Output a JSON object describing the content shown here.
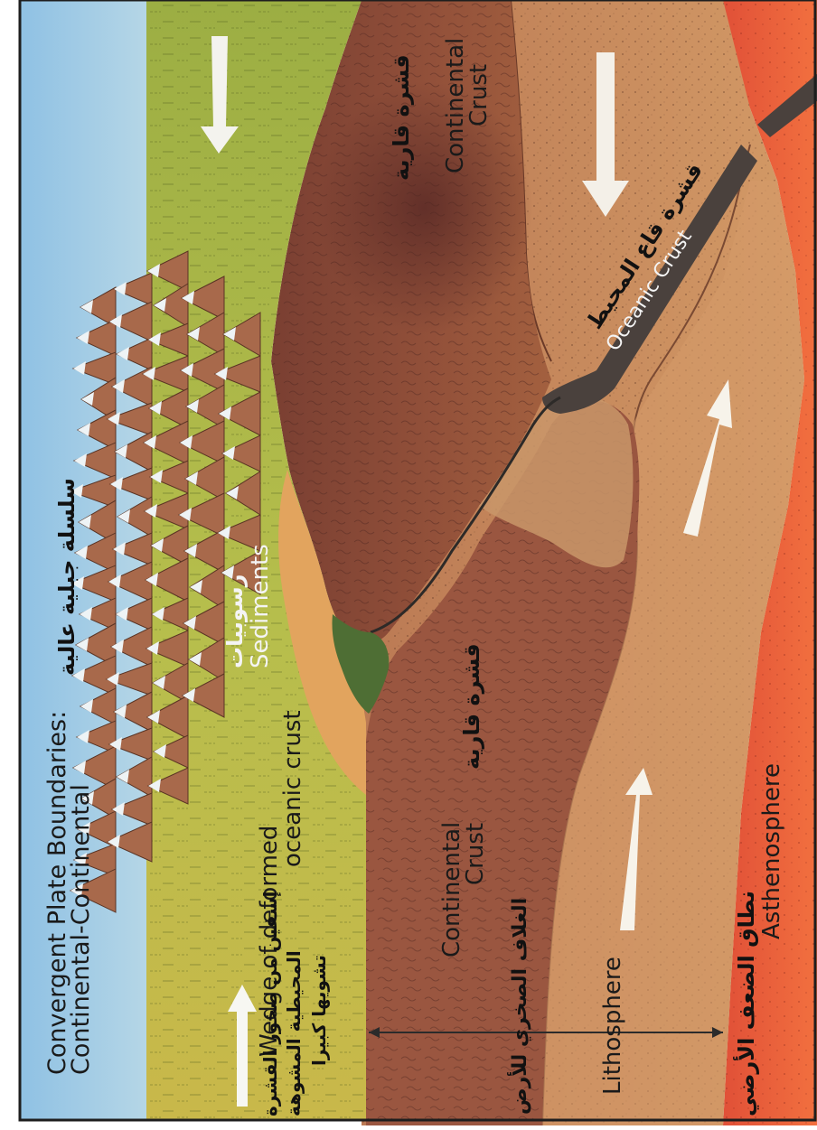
{
  "diagram": {
    "title_en_line1": "Convergent Plate Boundaries:",
    "title_en_line2": "Continental-Continental",
    "mountain_ar": "سلسلة جبلية عالية",
    "sediments_ar": "رسوبيات",
    "sediments_en": "Sediments",
    "wedge_en_line1": "Wedge of deformed",
    "wedge_en_line2": "oceanic crust",
    "wedge_ar_line1": "إسفين من صخور القشرة",
    "wedge_ar_line2": "المحيطية المشوهة",
    "wedge_ar_line3": "تشويها كبيرا",
    "continental_crust_upper_ar": "قشرة قارية",
    "continental_crust_upper_en_line1": "Continental",
    "continental_crust_upper_en_line2": "Crust",
    "continental_crust_lower_ar": "قشرة قارية",
    "continental_crust_lower_en_line1": "Continental",
    "continental_crust_lower_en_line2": "Crust",
    "oceanic_crust_ar": "قشرة قاع المحيط",
    "oceanic_crust_en": "Oceanic Crust",
    "lithosphere_ar": "الغلاف الصخري للأرض",
    "lithosphere_en": "Lithosphere",
    "asthenosphere_ar": "نطاق الضعف الأرضي",
    "asthenosphere_en": "Asthenosphere"
  },
  "colors": {
    "sky": "#9cc7e3",
    "foreland": "#a8bb3f",
    "continental_crust": "#8a4a37",
    "lithosphere": "#c8865c",
    "asthenosphere": "#e2533b",
    "oceanic_crust": "#4a413d",
    "sediments": "#e0a25c",
    "wedge": "#4e6e34"
  },
  "icons": [
    "arrow-up-icon",
    "arrow-down-icon",
    "mountain-peak-icon"
  ]
}
